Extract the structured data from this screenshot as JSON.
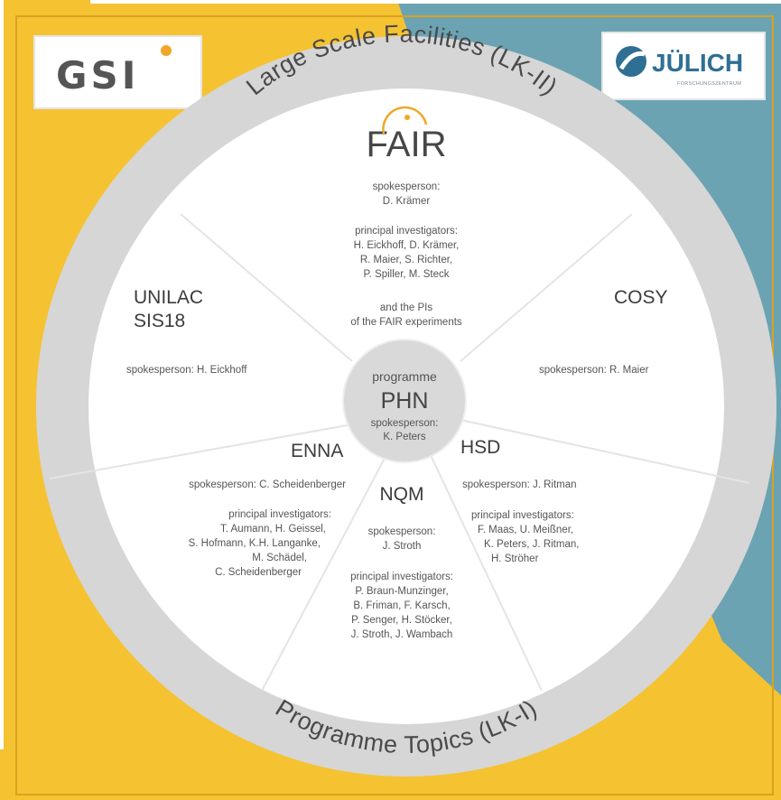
{
  "colors": {
    "background_yellow": "#f5c232",
    "background_teal": "#6ba3b2",
    "ring_gray": "#d6d6d6",
    "disc_white": "#ffffff",
    "hub_gray": "#d9d9d9",
    "fair_accent": "#f1a629",
    "juelich_blue": "#2f6f93"
  },
  "logos": {
    "gsi": {
      "text": "GSI"
    },
    "juelich": {
      "name": "JÜLICH",
      "subtitle": "FORSCHUNGSZENTRUM"
    },
    "fair": {
      "text": "FAIR"
    }
  },
  "ring": {
    "top_label": "Large Scale Facilities (LK-II)",
    "bottom_label": "Programme Topics (LK-I)"
  },
  "hub": {
    "line1": "programme",
    "title": "PHN",
    "line3": "spokesperson:",
    "line4": "K. Peters"
  },
  "segments": {
    "fair": {
      "lines": [
        "spokesperson:",
        "D. Krämer",
        "principal investigators:",
        "H. Eickhoff, D. Krämer,",
        "R. Maier, S. Richter,",
        "P. Spiller, M. Steck",
        "and the PIs",
        "of the FAIR experiments"
      ]
    },
    "unilac": {
      "name_line1": "UNILAC",
      "name_line2": "SIS18",
      "spokesperson": "spokesperson: H. Eickhoff"
    },
    "cosy": {
      "name": "COSY",
      "spokesperson": "spokesperson: R. Maier"
    },
    "enna": {
      "name": "ENNA",
      "lines": [
        "spokesperson: C. Scheidenberger",
        "principal investigators:",
        "T. Aumann, H. Geissel,",
        "S. Hofmann, K.H. Langanke,",
        "M. Schädel,",
        "C. Scheidenberger"
      ]
    },
    "nqm": {
      "name": "NQM",
      "lines": [
        "spokesperson:",
        "J. Stroth",
        "principal investigators:",
        "P. Braun-Munzinger,",
        "B. Friman, F. Karsch,",
        "P. Senger, H. Stöcker,",
        "J. Stroth, J. Wambach"
      ]
    },
    "hsd": {
      "name": "HSD",
      "lines": [
        "spokesperson: J. Ritman",
        "principal investigators:",
        "F. Maas, U. Meißner,",
        "K. Peters, J. Ritman,",
        "H. Ströher"
      ]
    }
  }
}
